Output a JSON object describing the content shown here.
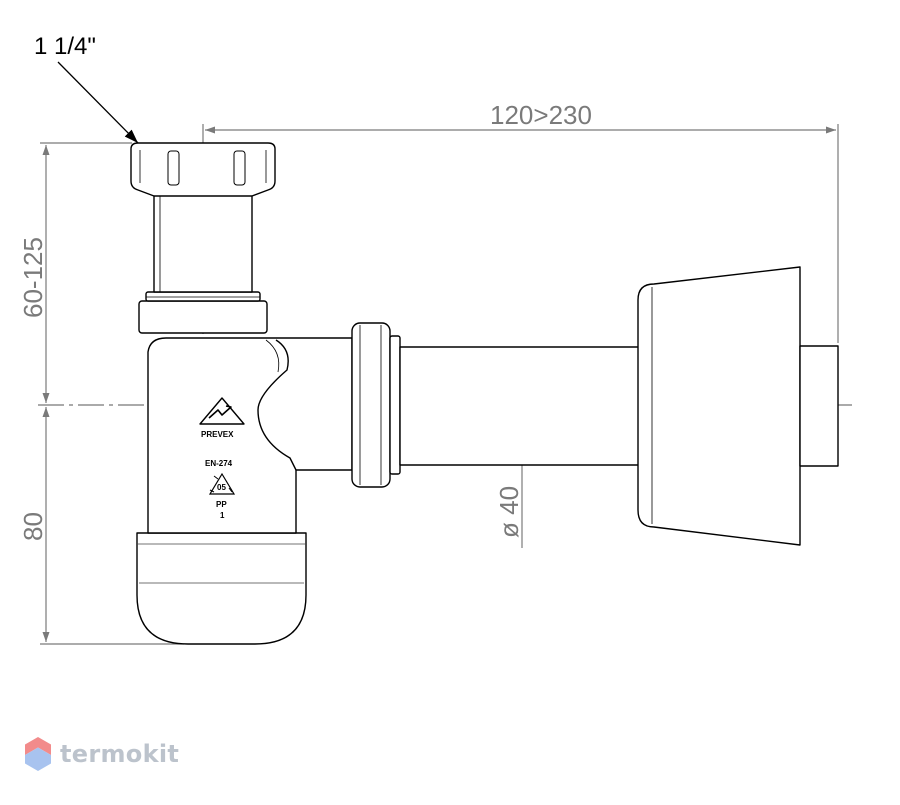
{
  "labels": {
    "thread_size": "1 1/4\"",
    "length_range": "120>230",
    "height_range": "60-125",
    "depth": "80",
    "diameter": "ø 40"
  },
  "markings": {
    "brand": "PREVEX",
    "standard": "EN-274",
    "recycle_code": "05",
    "material": "PP",
    "number": "1"
  },
  "watermark": {
    "text": "termokit"
  },
  "colors": {
    "outline": "#000000",
    "dimension": "#7a7a7a",
    "watermark_text": "#bcc3cc",
    "watermark_red": "#f28b8b",
    "watermark_blue": "#a8c3ef"
  }
}
